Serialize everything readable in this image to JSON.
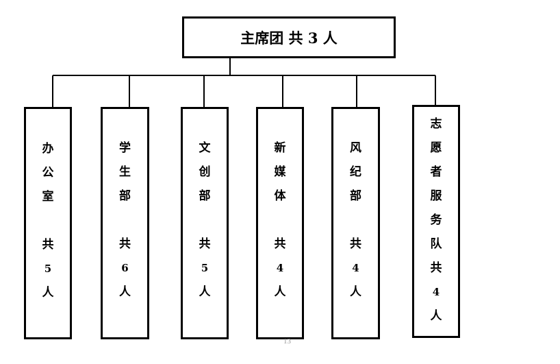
{
  "root": {
    "label": "主席团 共 3 人"
  },
  "departments": [
    {
      "name": [
        "办",
        "公",
        "室"
      ],
      "count": [
        "共",
        "5",
        "人"
      ]
    },
    {
      "name": [
        "学",
        "生",
        "部"
      ],
      "count": [
        "共",
        "6",
        "人"
      ]
    },
    {
      "name": [
        "文",
        "创",
        "部"
      ],
      "count": [
        "共",
        "5",
        "人"
      ]
    },
    {
      "name": [
        "新",
        "媒",
        "体"
      ],
      "count": [
        "共",
        "4",
        "人"
      ]
    },
    {
      "name": [
        "风",
        "纪",
        "部"
      ],
      "count": [
        "共",
        "4",
        "人"
      ]
    },
    {
      "name": [
        "志",
        "愿",
        "者",
        "服",
        "务",
        "队"
      ],
      "count": [
        "共",
        "4",
        "人"
      ]
    }
  ],
  "page_number": "13"
}
